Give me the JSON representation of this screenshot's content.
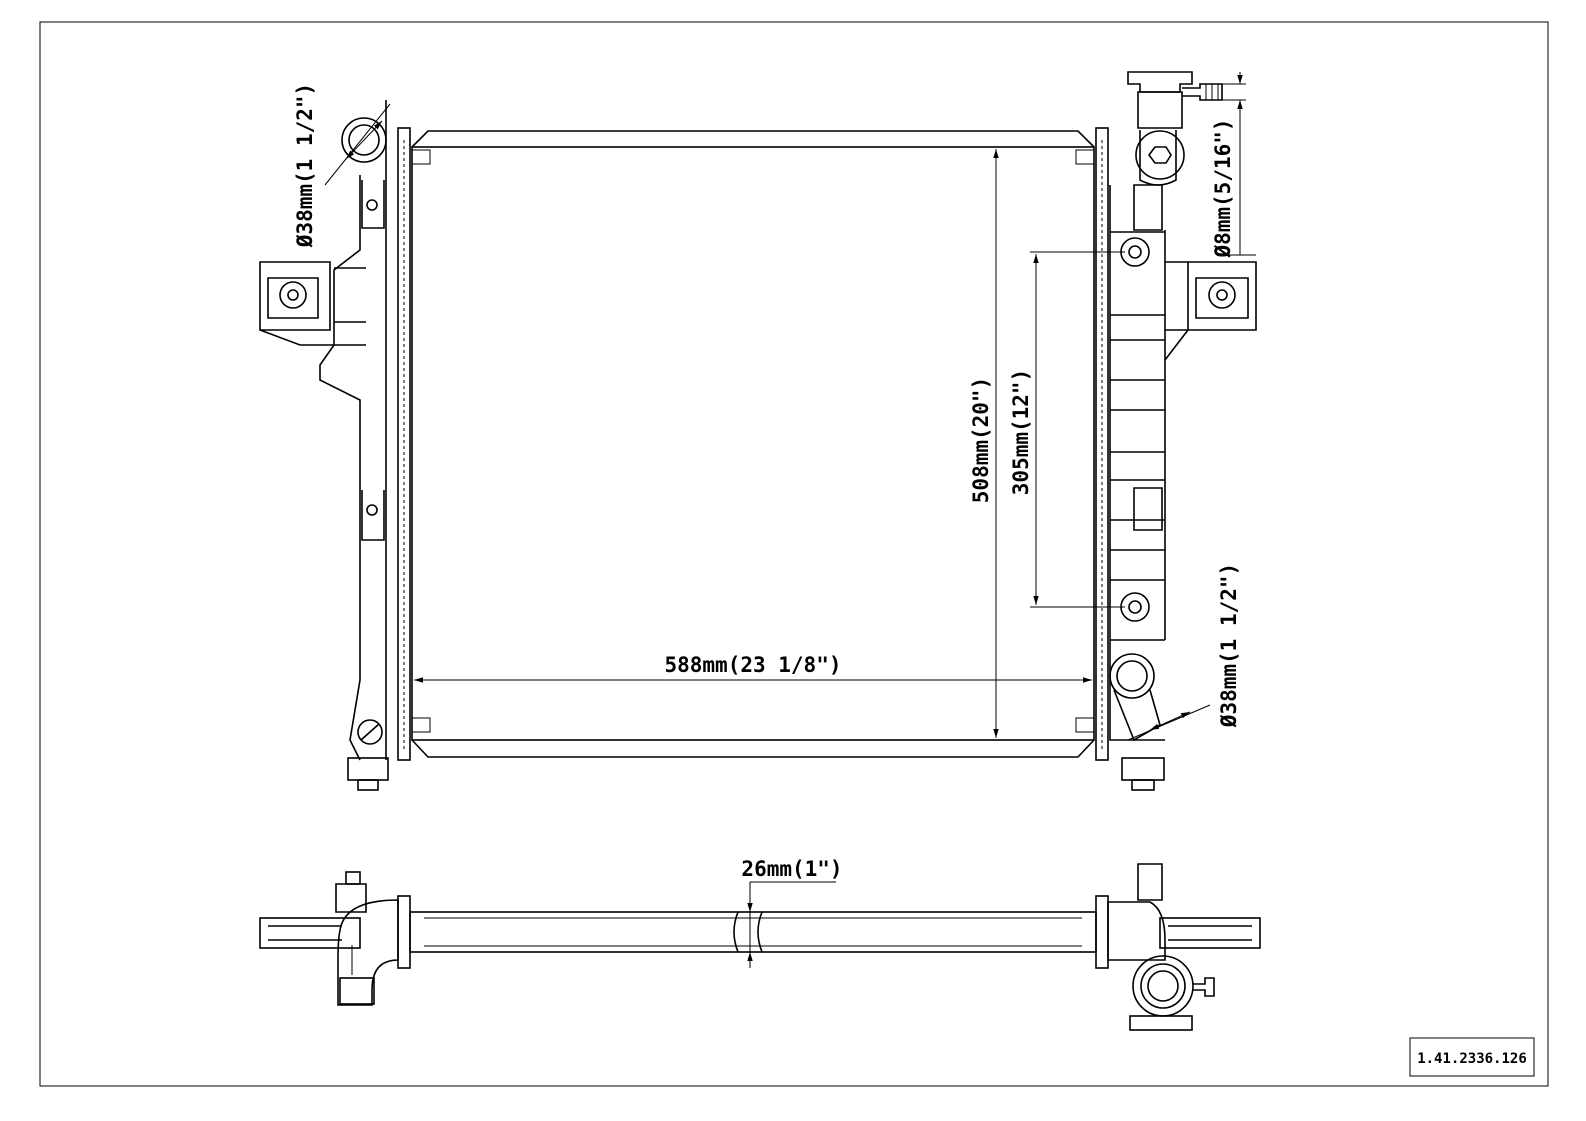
{
  "dimensions": {
    "inlet_diameter": "Ø38mm(1 1/2\")",
    "core_width": "588mm(23 1/8\")",
    "core_height": "508mm(20\")",
    "mount_spacing": "305mm(12\")",
    "fitting_diameter": "Ø8mm(5/16\")",
    "outlet_diameter": "Ø38mm(1 1/2\")",
    "core_thickness": "26mm(1\")"
  },
  "title_block": {
    "part_number": "1.41.2336.126"
  }
}
